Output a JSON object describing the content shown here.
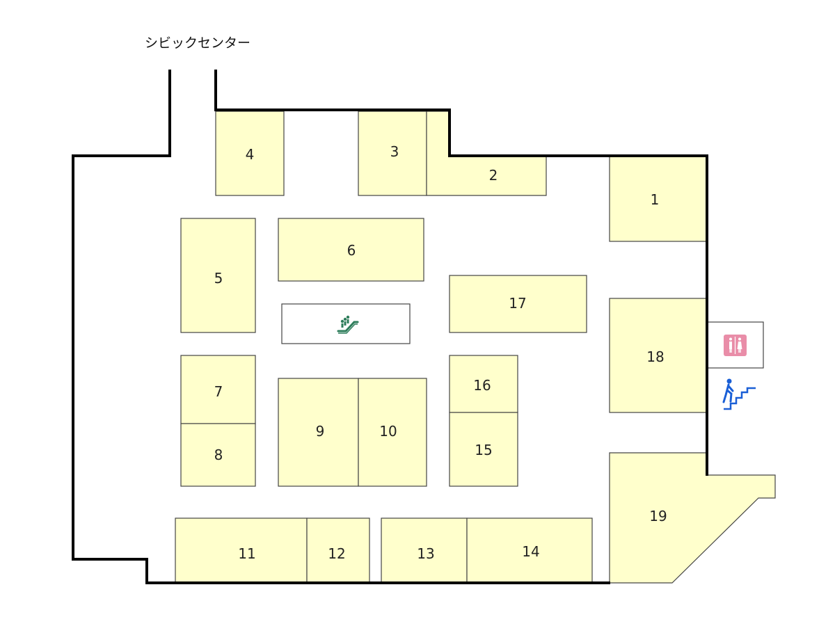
{
  "entrance": {
    "label": "シビックセンター"
  },
  "shops": [
    {
      "id": "1",
      "label": "1"
    },
    {
      "id": "2",
      "label": "2"
    },
    {
      "id": "3",
      "label": "3"
    },
    {
      "id": "4",
      "label": "4"
    },
    {
      "id": "5",
      "label": "5"
    },
    {
      "id": "6",
      "label": "6"
    },
    {
      "id": "7",
      "label": "7"
    },
    {
      "id": "8",
      "label": "8"
    },
    {
      "id": "9",
      "label": "9"
    },
    {
      "id": "10",
      "label": "10"
    },
    {
      "id": "11",
      "label": "11"
    },
    {
      "id": "12",
      "label": "12"
    },
    {
      "id": "13",
      "label": "13"
    },
    {
      "id": "14",
      "label": "14"
    },
    {
      "id": "15",
      "label": "15"
    },
    {
      "id": "16",
      "label": "16"
    },
    {
      "id": "17",
      "label": "17"
    },
    {
      "id": "18",
      "label": "18"
    },
    {
      "id": "19",
      "label": "19"
    }
  ],
  "facilities": {
    "escalator_icon": "escalator-icon",
    "restroom_icon": "restroom-icon",
    "stairs_icon": "stairs-icon"
  },
  "colors": {
    "shop_fill": "#ffffcc",
    "escalator": "#2e7d5b",
    "restroom": "#e98da8",
    "stairs": "#1a5fd6"
  }
}
